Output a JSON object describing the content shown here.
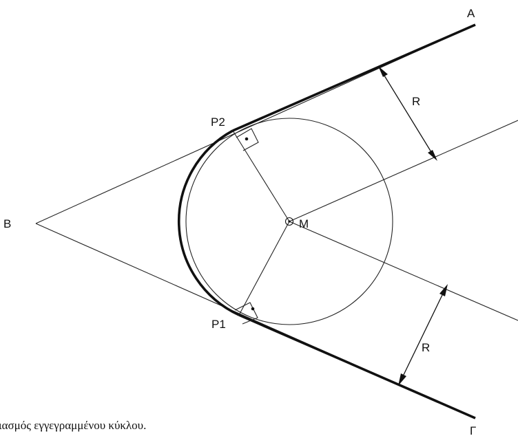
{
  "labels": {
    "A": "A",
    "B": "B",
    "G": "Γ",
    "P1": "P1",
    "P2": "P2",
    "M": "M",
    "R_top": "R",
    "R_bottom": "R"
  },
  "caption": "ιασμός εγγεγραμμένου κύκλου.",
  "colors": {
    "line": "#111111",
    "background": "#ffffff"
  }
}
